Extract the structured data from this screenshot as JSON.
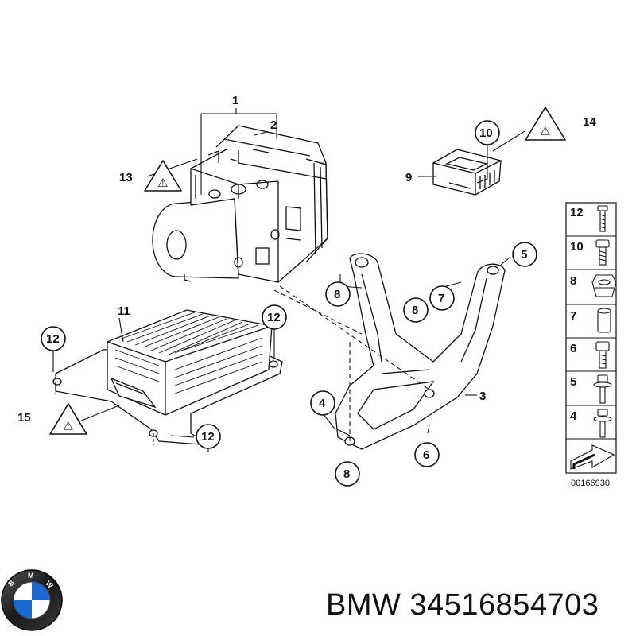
{
  "callouts": {
    "c1": "1",
    "c2": "2",
    "c3": "3",
    "c4": "4",
    "c5": "5",
    "c6": "6",
    "c7": "7",
    "c8a": "8",
    "c8b": "8",
    "c8c": "8",
    "c9": "9",
    "c10": "10",
    "c11": "11",
    "c12a": "12",
    "c12b": "12",
    "c12c": "12",
    "c13": "13",
    "c14": "14",
    "c15": "15"
  },
  "legend": {
    "items": [
      "12",
      "10",
      "8",
      "7",
      "6",
      "5",
      "4"
    ],
    "drawing_number": "00166930"
  },
  "warning_symbol": {
    "text": "⚠"
  },
  "footer": {
    "brand_text": "BMW 34516854703"
  },
  "colors": {
    "line": "#111111",
    "logo_blue": "#1c69d4",
    "logo_black": "#1a1a1a"
  }
}
